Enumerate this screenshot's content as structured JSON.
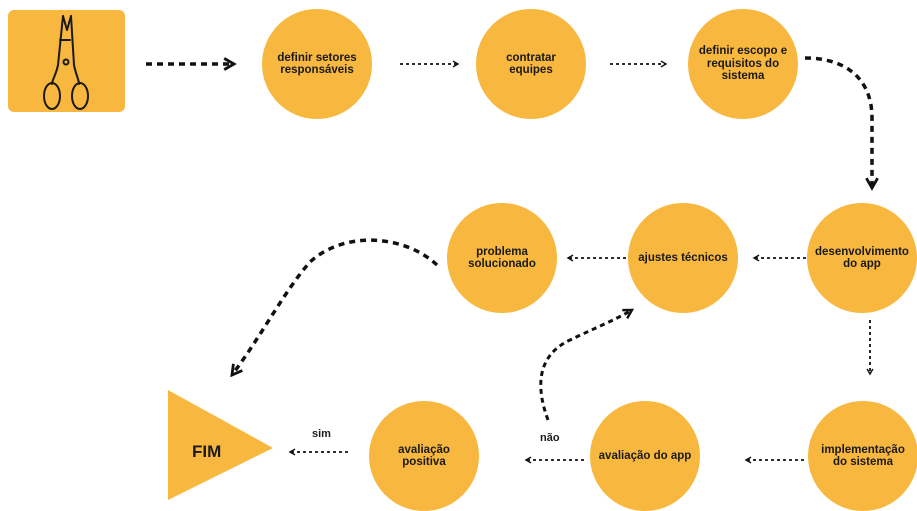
{
  "diagram": {
    "colors": {
      "node_fill": "#f8b73e",
      "arrow": "#111111",
      "text": "#1a1a1a"
    },
    "start_icon": "scissors-icon",
    "nodes": {
      "definir_setores": "definir setores responsáveis",
      "contratar_equipes": "contratar equipes",
      "definir_escopo": "definir escopo e requisitos do sistema",
      "desenvolvimento": "desenvolvimento do app",
      "ajustes_tecnicos": "ajustes técnicos",
      "problema_solucionado": "problema solucionado",
      "implementacao": "implementação do sistema",
      "avaliacao_app": "avaliação do app",
      "avaliacao_positiva": "avaliação positiva",
      "fim": "FIM"
    },
    "edge_labels": {
      "sim": "sim",
      "nao": "não"
    }
  }
}
